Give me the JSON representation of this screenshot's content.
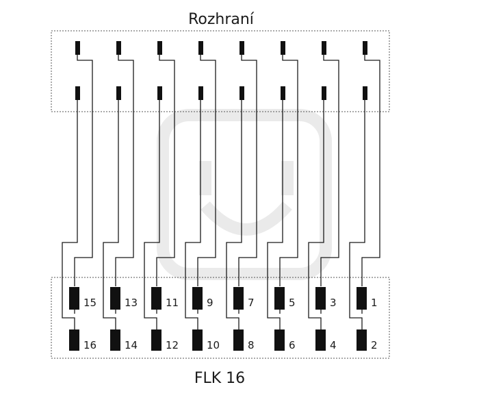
{
  "top_label": "Rozhraní",
  "bottom_label": "FLK 16",
  "terminals": [
    {
      "column": 1,
      "upper": "15",
      "lower": "16"
    },
    {
      "column": 2,
      "upper": "13",
      "lower": "14"
    },
    {
      "column": 3,
      "upper": "11",
      "lower": "12"
    },
    {
      "column": 4,
      "upper": "9",
      "lower": "10"
    },
    {
      "column": 5,
      "upper": "7",
      "lower": "8"
    },
    {
      "column": 6,
      "upper": "5",
      "lower": "6"
    },
    {
      "column": 7,
      "upper": "3",
      "lower": "4"
    },
    {
      "column": 8,
      "upper": "1",
      "lower": "2"
    }
  ],
  "colors": {
    "line": "#1a1a1a",
    "pin": "#111111",
    "border": "#555555"
  }
}
